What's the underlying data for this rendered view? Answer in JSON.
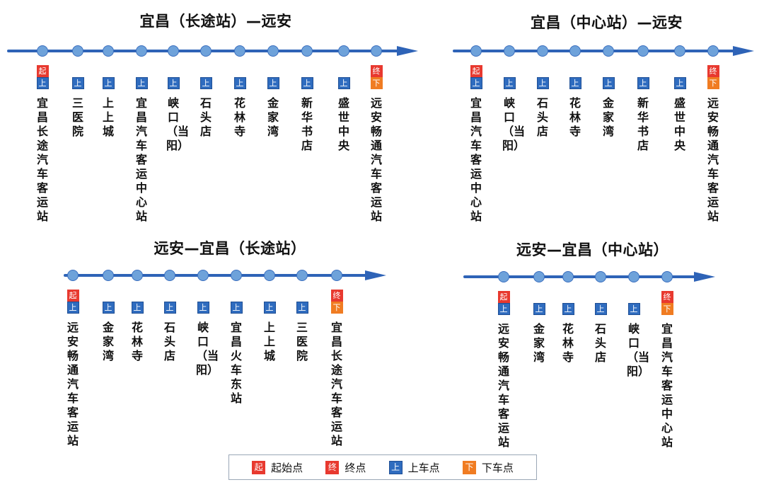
{
  "colors": {
    "line": "#2e63b7",
    "dot": "#6ea2da",
    "start_badge": "#e8392f",
    "end_badge": "#e8392f",
    "board_badge": "#2f6cbf",
    "alight_badge": "#f07c22"
  },
  "badges": {
    "start": "起",
    "end": "终",
    "board": "上",
    "alight": "下"
  },
  "routes": [
    {
      "title": "宜昌（长途站）—远安",
      "stops": [
        {
          "name": "宜昌长途汽车客运站",
          "type": "start"
        },
        {
          "name": "三医院",
          "type": "board"
        },
        {
          "name": "上上城",
          "type": "board"
        },
        {
          "name": "宜昌汽车客运中心站",
          "type": "board"
        },
        {
          "name": "峡口（当阳）",
          "type": "board"
        },
        {
          "name": "石头店",
          "type": "board"
        },
        {
          "name": "花林寺",
          "type": "board"
        },
        {
          "name": "金家湾",
          "type": "board"
        },
        {
          "name": "新华书店",
          "type": "board"
        },
        {
          "name": "盛世中央",
          "type": "board"
        },
        {
          "name": "远安畅通汽车客运站",
          "type": "end"
        }
      ]
    },
    {
      "title": "宜昌（中心站）—远安",
      "stops": [
        {
          "name": "宜昌汽车客运中心站",
          "type": "start"
        },
        {
          "name": "峡口（当阳）",
          "type": "board"
        },
        {
          "name": "石头店",
          "type": "board"
        },
        {
          "name": "花林寺",
          "type": "board"
        },
        {
          "name": "金家湾",
          "type": "board"
        },
        {
          "name": "新华书店",
          "type": "board"
        },
        {
          "name": "盛世中央",
          "type": "board"
        },
        {
          "name": "远安畅通汽车客运站",
          "type": "end"
        }
      ]
    },
    {
      "title": "远安—宜昌（长途站）",
      "stops": [
        {
          "name": "远安畅通汽车客运站",
          "type": "start"
        },
        {
          "name": "金家湾",
          "type": "board"
        },
        {
          "name": "花林寺",
          "type": "board"
        },
        {
          "name": "石头店",
          "type": "board"
        },
        {
          "name": "峡口（当阳）",
          "type": "board"
        },
        {
          "name": "宜昌火车东站",
          "type": "board"
        },
        {
          "name": "上上城",
          "type": "board"
        },
        {
          "name": "三医院",
          "type": "board"
        },
        {
          "name": "宜昌长途汽车客运站",
          "type": "end"
        }
      ]
    },
    {
      "title": "远安—宜昌（中心站）",
      "stops": [
        {
          "name": "远安畅通汽车客运站",
          "type": "start"
        },
        {
          "name": "金家湾",
          "type": "board"
        },
        {
          "name": "花林寺",
          "type": "board"
        },
        {
          "name": "石头店",
          "type": "board"
        },
        {
          "name": "峡口（当阳）",
          "type": "board"
        },
        {
          "name": "宜昌汽车客运中心站",
          "type": "end"
        }
      ]
    }
  ],
  "legend": [
    {
      "badge": "起",
      "label": "起始点",
      "kind": "start"
    },
    {
      "badge": "终",
      "label": "终点",
      "kind": "end"
    },
    {
      "badge": "上",
      "label": "上车点",
      "kind": "board"
    },
    {
      "badge": "下",
      "label": "下车点",
      "kind": "alight"
    }
  ]
}
